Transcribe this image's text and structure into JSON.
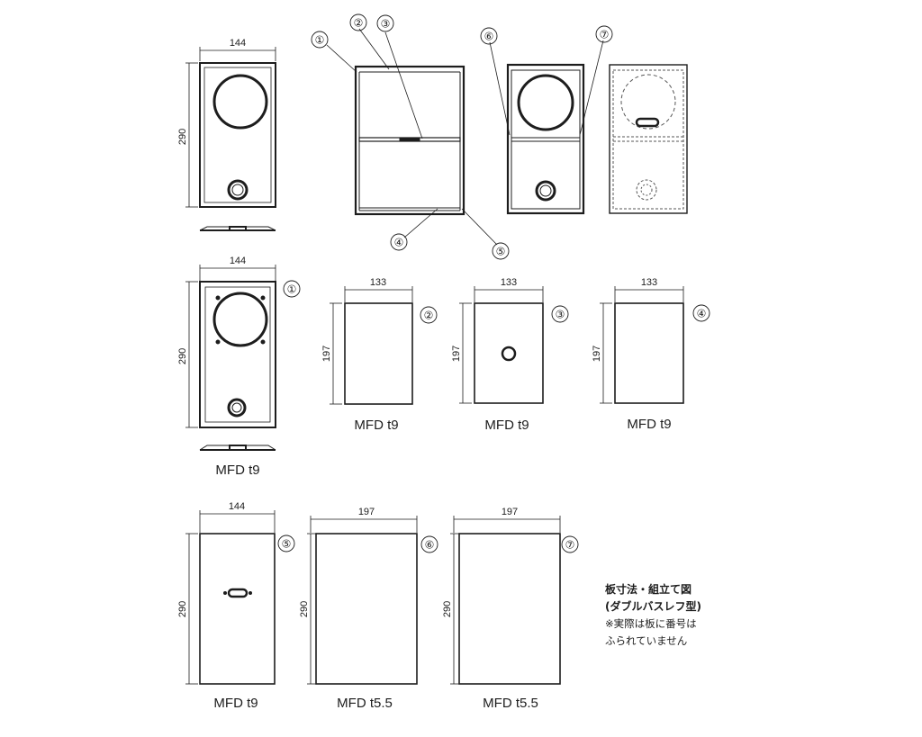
{
  "dimensions": {
    "w144": "144",
    "w133": "133",
    "w197": "197",
    "h290": "290",
    "h197": "197"
  },
  "materials": {
    "t9": "MFD t9",
    "t55": "MFD t5.5"
  },
  "callouts": [
    "①",
    "②",
    "③",
    "④",
    "⑤",
    "⑥",
    "⑦"
  ],
  "legend": {
    "title_line1": "板寸法・組立て図",
    "title_line2": "(ダブルバスレフ型)",
    "note_line1": "※実際は板に番号は",
    "note_line2": "ふられていません"
  },
  "colors": {
    "line": "#1d1d1d",
    "paper": "#ffffff",
    "hidden": "#555555"
  }
}
